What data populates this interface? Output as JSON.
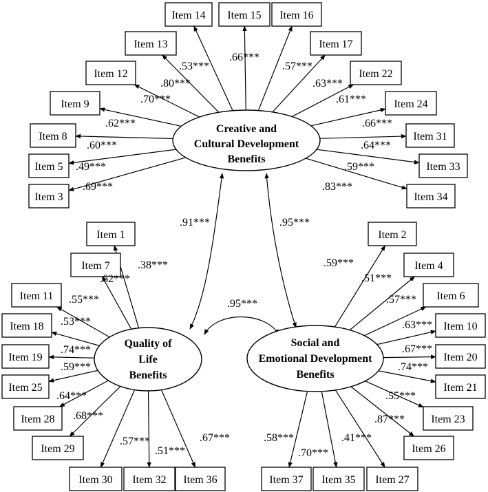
{
  "factors": {
    "creative": [
      "Creative and",
      "Cultural Development",
      "Benefits"
    ],
    "quality": [
      "Quality of",
      "Life",
      "Benefits"
    ],
    "social": [
      "Social and",
      "Emotional Development",
      "Benefits"
    ]
  },
  "creative_items": [
    {
      "item": "Item 14",
      "loading": ".53***"
    },
    {
      "item": "Item 15",
      "loading": ".66***"
    },
    {
      "item": "Item 16",
      "loading": ".57***"
    },
    {
      "item": "Item 13",
      "loading": ".80***"
    },
    {
      "item": "Item 17",
      "loading": ".63***"
    },
    {
      "item": "Item 12",
      "loading": ".70***"
    },
    {
      "item": "Item 22",
      "loading": ".61***"
    },
    {
      "item": "Item 9",
      "loading": ".62***"
    },
    {
      "item": "Item 24",
      "loading": ".66***"
    },
    {
      "item": "Item 8",
      "loading": ".60***"
    },
    {
      "item": "Item 31",
      "loading": ".64***"
    },
    {
      "item": "Item 5",
      "loading": ".49***"
    },
    {
      "item": "Item 33",
      "loading": ".59***"
    },
    {
      "item": "Item 3",
      "loading": ".69***"
    },
    {
      "item": "Item 34",
      "loading": ".83***"
    }
  ],
  "quality_items": [
    {
      "item": "Item 1",
      "loading": ".38***"
    },
    {
      "item": "Item 7",
      "loading": ".62***"
    },
    {
      "item": "Item 11",
      "loading": ".55***"
    },
    {
      "item": "Item 18",
      "loading": ".53***"
    },
    {
      "item": "Item 19",
      "loading": ".74***"
    },
    {
      "item": "Item 25",
      "loading": ".59***"
    },
    {
      "item": "Item 28",
      "loading": ".64***"
    },
    {
      "item": "Item 29",
      "loading": ".68***"
    },
    {
      "item": "Item 30",
      "loading": ".57***"
    },
    {
      "item": "Item 32",
      "loading": ".51***"
    },
    {
      "item": "Item 36",
      "loading": ".67***"
    }
  ],
  "social_items": [
    {
      "item": "Item 2",
      "loading": ".59***"
    },
    {
      "item": "Item 4",
      "loading": ".51***"
    },
    {
      "item": "Item 6",
      "loading": ".57***"
    },
    {
      "item": "Item 10",
      "loading": ".63***"
    },
    {
      "item": "Item 20",
      "loading": ".67***"
    },
    {
      "item": "Item 21",
      "loading": ".74***"
    },
    {
      "item": "Item 23",
      "loading": ".55***"
    },
    {
      "item": "Item 26",
      "loading": ".87***"
    },
    {
      "item": "Item 37",
      "loading": ".58***"
    },
    {
      "item": "Item 35",
      "loading": ".70***"
    },
    {
      "item": "Item 27",
      "loading": ".41***"
    }
  ],
  "correlations": {
    "creative_quality": ".91***",
    "creative_social": ".95***",
    "quality_social": ".95***"
  }
}
